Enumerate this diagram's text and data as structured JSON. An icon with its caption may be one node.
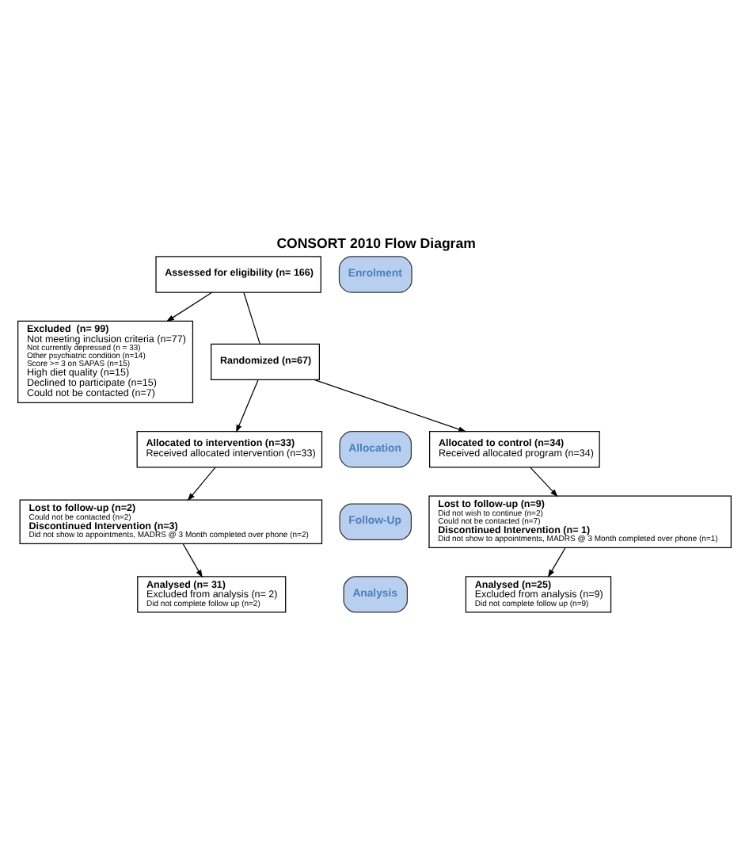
{
  "diagram": {
    "title": "CONSORT 2010 Flow Diagram",
    "nodes": [
      {
        "text": [
          "Assessed for eligibility (n= 166)"
        ]
      },
      {
        "text": [
          "Enrolment"
        ]
      },
      {
        "text": [
          "Excluded  (n= 99)",
          "Not meeting inclusion criteria (n=77)",
          "Not currently depressed (n = 33)",
          "Other psychiatric condition (n=14)",
          "Score >= 3 on SAPAS (n=15)",
          "High diet quality (n=15)",
          "Declined to participate (n=15)",
          "Could not be contacted (n=7)"
        ]
      },
      {
        "text": [
          "Randomized (n=67)"
        ]
      },
      {
        "text": [
          "Allocation"
        ]
      },
      {
        "text": [
          "Allocated to intervention (n=33)",
          "Received allocated intervention (n=33)"
        ]
      },
      {
        "text": [
          "Allocated to control (n=34)",
          "Received allocated program (n=34)"
        ]
      },
      {
        "text": [
          "Follow-Up"
        ]
      },
      {
        "text": [
          "Lost to follow-up (n=2)",
          "Could not be contacted (n=2)",
          "Discontinued Intervention (n=3)",
          "Did not show to appointments, MADRS @ 3 Month completed over phone (n=2)"
        ]
      },
      {
        "text": [
          "Lost to follow-up (n=9)",
          "Did not wish to continue (n=2)",
          "Could not be contacted (n=7)",
          "Discontinued Intervention (n= 1)",
          "Did not show to appointments, MADRS @ 3 Month completed over phone (n=1)"
        ]
      },
      {
        "text": [
          "Analysis"
        ]
      },
      {
        "text": [
          "Analysed (n= 31)",
          "Excluded from analysis (n= 2)",
          "Did not complete follow up (n=2)"
        ]
      },
      {
        "text": [
          "Analysed (n=25)",
          "Excluded from analysis (n=9)",
          "Did not complete follow up (n=9)"
        ]
      }
    ],
    "edges": [
      {
        "from": 0,
        "to": 3,
        "arrow": "none"
      },
      {
        "from": 0,
        "to": 2,
        "arrow": "to"
      },
      {
        "from": 3,
        "to": 5,
        "arrow": "to"
      },
      {
        "from": 3,
        "to": 6,
        "arrow": "to"
      },
      {
        "from": 5,
        "to": 8,
        "arrow": "to"
      },
      {
        "from": 6,
        "to": 9,
        "arrow": "to"
      },
      {
        "from": 8,
        "to": 11,
        "arrow": "to"
      },
      {
        "from": 9,
        "to": 12,
        "arrow": "to"
      }
    ]
  }
}
